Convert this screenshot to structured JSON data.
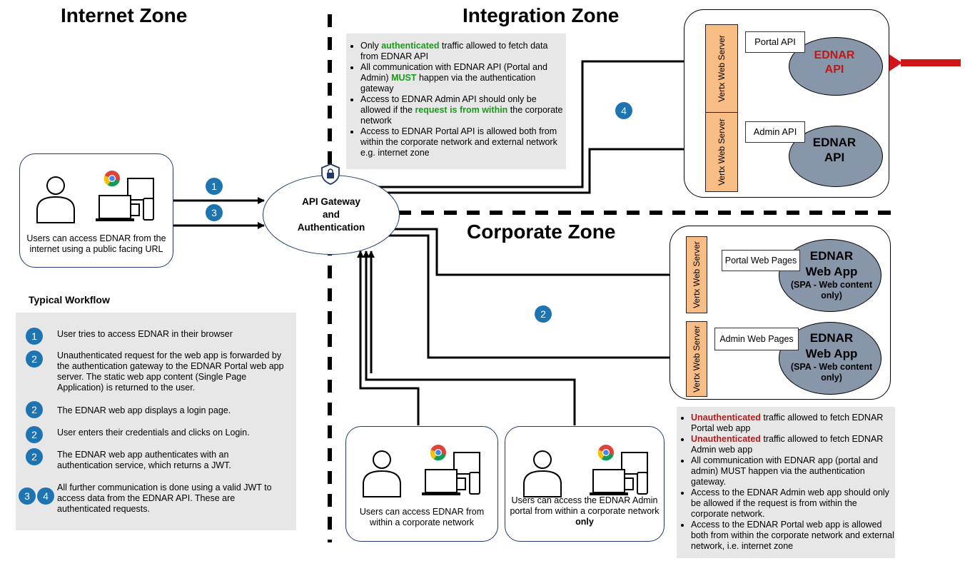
{
  "zones": {
    "internet": "Internet Zone",
    "integration": "Integration Zone",
    "corporate": "Corporate Zone"
  },
  "gateway": {
    "line1": "API Gateway",
    "line2": "and",
    "line3": "Authentication"
  },
  "internet_user": {
    "caption": "Users can access EDNAR from the internet using a public facing URL"
  },
  "corp_user1": {
    "caption": "Users can access EDNAR from within a corporate network"
  },
  "corp_user2": {
    "caption": "Users can access the EDNAR Admin portal from within a corporate network",
    "bold": "only"
  },
  "integration_notes": {
    "n1_pre": "Only ",
    "n1_hl": "authenticated",
    "n1_post": " traffic allowed to fetch data from EDNAR API",
    "n2_pre": "All communication with EDNAR API (Portal and Admin) ",
    "n2_hl": "MUST",
    "n2_post": " happen via the authentication gateway",
    "n3_pre": "Access to EDNAR Admin API should only be allowed if the ",
    "n3_hl": "request is from within",
    "n3_post": " the corporate network",
    "n4": "Access to EDNAR Portal API is allowed both from within the corporate network and external network e.g. internet zone"
  },
  "corporate_notes": {
    "n1_hl": "Unauthenticated",
    "n1_post": " traffic allowed to fetch EDNAR Portal web app",
    "n2_hl": "Unauthenticated",
    "n2_post": " traffic allowed to fetch EDNAR Admin web app",
    "n3": "All communication with EDNAR app (portal and admin) MUST happen via the authentication gateway.",
    "n4": "Access to the EDNAR Admin web app should only be allowed if the request is from within the corporate network.",
    "n5": "Access to the EDNAR Portal web app is allowed both from within the corporate network and external network, i.e. internet zone"
  },
  "server_label": "Vertx Web Server",
  "apis": {
    "portal_label": "Portal API",
    "admin_label": "Admin API",
    "portal_title1": "EDNAR",
    "portal_title2": "API",
    "admin_title1": "EDNAR",
    "admin_title2": "API"
  },
  "webapps": {
    "portal_label": "Portal Web Pages",
    "admin_label": "Admin Web Pages",
    "title1": "EDNAR",
    "title2": "Web App",
    "sub1": "(SPA - Web content",
    "sub2": "only)"
  },
  "badges": {
    "one": "1",
    "two": "2",
    "three": "3",
    "four": "4"
  },
  "workflow": {
    "title": "Typical Workflow",
    "steps": [
      {
        "badge": "1",
        "text": "User tries to access EDNAR in their browser"
      },
      {
        "badge": "2",
        "text": "Unauthenticated request for the web app is forwarded by the authentication gateway to the EDNAR Portal web app server. The static web app content (Single Page Application) is returned to the user."
      },
      {
        "badge": "2",
        "text": "The EDNAR web app displays a login page."
      },
      {
        "badge": "2",
        "text": "User enters their credentials and clicks on Login."
      },
      {
        "badge": "2",
        "text": "The EDNAR web app authenticates with an authentication service, which returns a JWT."
      },
      {
        "badge": "3",
        "badge2": "4",
        "text": "All further communication is done using a valid JWT to access data from the EDNAR API. These are authenticated requests."
      }
    ]
  },
  "colors": {
    "badge": "#1e74b1",
    "server": "#f8bd84",
    "ellipse": "#8796a8",
    "red_arrow": "#d0141a",
    "note_bg": "#e7e7e7"
  }
}
